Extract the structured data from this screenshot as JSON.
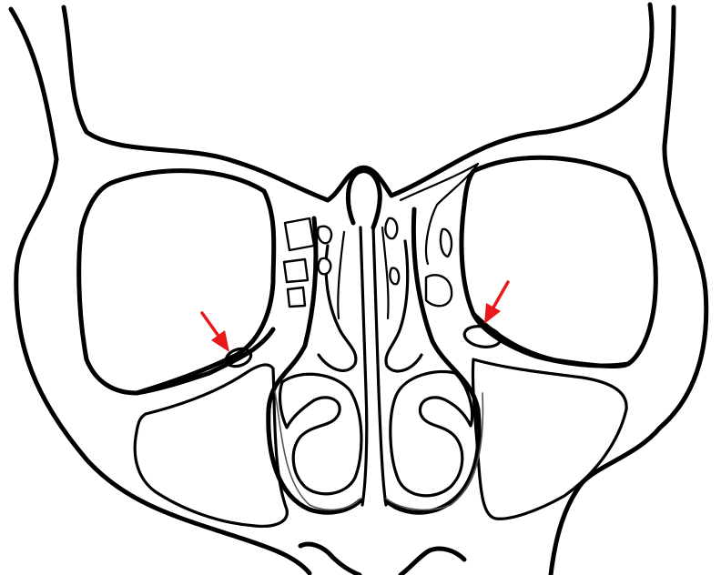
{
  "figure": {
    "subject": "coronal-section-paranasal-sinuses",
    "arrow_color": "#e8191b",
    "line_color": "#000000",
    "background": "#ffffff",
    "annotations": [
      {
        "id": "left-arrow",
        "target": "left-infraorbital-canal"
      },
      {
        "id": "right-arrow",
        "target": "right-infraorbital-canal"
      }
    ]
  }
}
